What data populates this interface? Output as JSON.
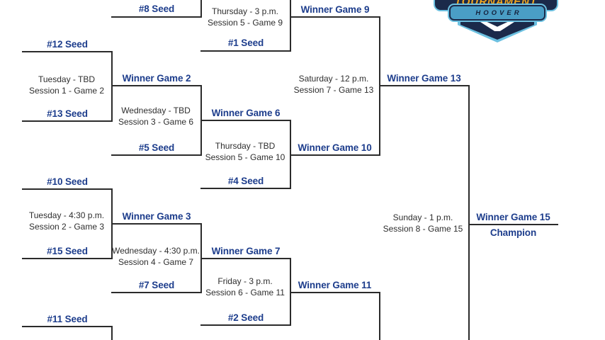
{
  "colors": {
    "background": "#ffffff",
    "bracket_line": "#2b2b2b",
    "label_blue": "#1d3d8c",
    "info_text": "#2e2e2e",
    "logo_navy": "#1b2a4a",
    "logo_light_blue": "#6cc0e0",
    "logo_mid_blue": "#4a9ec6",
    "logo_gold": "#f2a71f",
    "logo_chevron_white": "#ffffff"
  },
  "logo": {
    "tournament_word": "TOURNAMENT",
    "city": "HOOVER"
  },
  "bracket": {
    "labels": {
      "seed8": "#8 Seed",
      "seed1": "#1 Seed",
      "seed12": "#12 Seed",
      "seed13": "#13 Seed",
      "seed5": "#5 Seed",
      "seed4": "#4 Seed",
      "seed10": "#10 Seed",
      "seed15": "#15 Seed",
      "seed7": "#7 Seed",
      "seed2": "#2 Seed",
      "seed11": "#11 Seed",
      "winner2": "Winner Game 2",
      "winner3": "Winner Game 3",
      "winner6": "Winner Game 6",
      "winner7": "Winner Game 7",
      "winner9": "Winner Game 9",
      "winner10": "Winner Game 10",
      "winner11": "Winner Game 11",
      "winner13": "Winner Game 13",
      "winner15": "Winner Game 15",
      "champion": "Champion"
    },
    "games": {
      "game2": {
        "schedule": "Tuesday - TBD",
        "session": "Session 1 - Game 2"
      },
      "game3": {
        "schedule": "Tuesday - 4:30 p.m.",
        "session": "Session 2 - Game 3"
      },
      "game6": {
        "schedule": "Wednesday - TBD",
        "session": "Session 3 - Game 6"
      },
      "game7": {
        "schedule": "Wednesday - 4:30 p.m.",
        "session": "Session 4 - Game 7"
      },
      "game9": {
        "schedule": "Thursday - 3 p.m.",
        "session": "Session 5 - Game 9"
      },
      "game10": {
        "schedule": "Thursday - TBD",
        "session": "Session 5 - Game 10"
      },
      "game11": {
        "schedule": "Friday - 3 p.m.",
        "session": "Session 6 - Game 11"
      },
      "game13": {
        "schedule": "Saturday - 12 p.m.",
        "session": "Session 7 - Game 13"
      },
      "game15": {
        "schedule": "Sunday - 1 p.m.",
        "session": "Session 8 - Game 15"
      }
    }
  }
}
